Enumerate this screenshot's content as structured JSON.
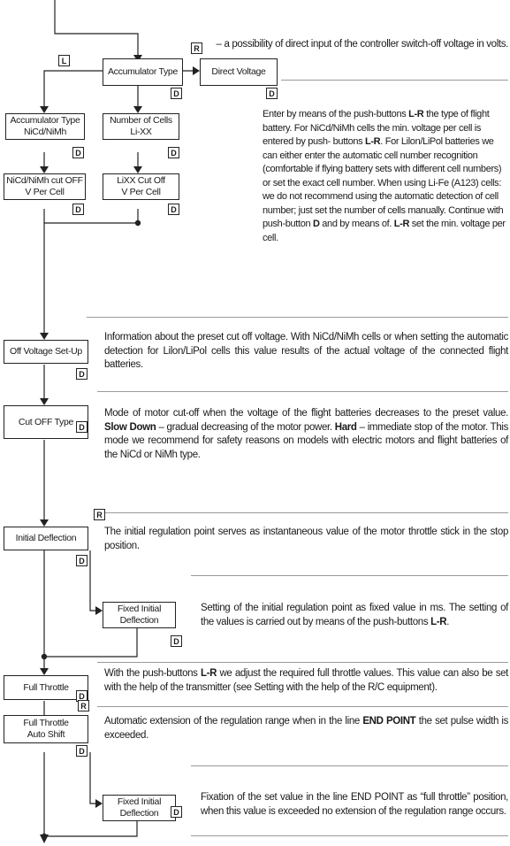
{
  "keys": {
    "left": "L",
    "right": "R",
    "down": "D"
  },
  "boxes": {
    "accumulator_type": "Accumulator Type",
    "direct_voltage": "Direct Voltage",
    "acc_type_nicd_l1": "Accumulator Type",
    "acc_type_nicd_l2": "NiCd/NiMh",
    "num_cells_l1": "Number of Cells",
    "num_cells_l2": "Li-XX",
    "nicd_cutoff_l1": "NiCd/NiMh cut OFF",
    "nicd_cutoff_l2": "V Per Cell",
    "lixx_cutoff_l1": "LiXX Cut Off",
    "lixx_cutoff_l2": "V Per Cell",
    "off_voltage_setup": "Off Voltage Set-Up",
    "cut_off_type": "Cut OFF Type",
    "initial_deflection": "Initial Deflection",
    "fixed_initial_1_l1": "Fixed Initial",
    "fixed_initial_1_l2": "Deflection",
    "full_throttle": "Full Throttle",
    "full_throttle_auto_l1": "Full Throttle",
    "full_throttle_auto_l2": "Auto Shift",
    "fixed_initial_2_l1": "Fixed Initial",
    "fixed_initial_2_l2": "Deflection"
  },
  "texts": {
    "direct_voltage_desc": "– a possibility of direct input of the controller switch-off voltage in volts.",
    "accumulator": {
      "p1": "Enter by means of the push-buttons ",
      "b1": "L-R",
      "p2": " the type of flight  battery. For NiCd/NiMh cells the min. voltage per cell is entered by push- buttons ",
      "b2": "L-R",
      "p3": ". For Lilon/LiPol batteries we can either enter the automatic cell number recognition (comfortable if flying battery sets with different cell numbers) or set the exact cell number. When using Li-Fe (A123) cells: we do not recommend using the automatic detection of cell number; just set the number of cells manually. Continue with push-button ",
      "b3": "D",
      "p4": " and by means of. ",
      "b4": "L-R",
      "p5": " set the min.  voltage per cell."
    },
    "off_voltage": "Information about the preset cut off voltage. With NiCd/NiMh cells or when setting the automatic detection for Lilon/LiPol cells this value results of the actual voltage of the connected flight batteries.",
    "cut_off": {
      "p1": "Mode of motor cut-off  when the voltage of the flight batteries decreases to the preset  value. ",
      "b1": "Slow Down",
      "p2": " –  gradual decreasing of the motor power. ",
      "b2": "Hard",
      "p3": " – immediate stop of  the motor. This mode we recommend for safety reasons on models with electric motors  and flight batteries of the NiCd or NiMh type."
    },
    "initial_deflection": "The initial regulation point serves as instantaneous value of the motor throttle stick in the stop position.",
    "fixed_initial_1": {
      "p1": "Setting of the initial regulation point as fixed value in ms. The setting  of the values is carried out by means of the push-buttons ",
      "b1": "L-R",
      "p2": "."
    },
    "full_throttle": {
      "p1": "With the push-buttons ",
      "b1": "L-R",
      "p2": " we adjust the required full throttle values. This value can also be set with the help of the transmitter (see Setting with the help of the R/C equipment)."
    },
    "auto_shift": {
      "p1": "Automatic extension of the regulation range when in the line ",
      "b1": "END POINT",
      "p2": "  the set pulse width is exceeded."
    },
    "fixed_initial_2": "Fixation of the set value in the line END POINT  as “full throttle” position, when this value is exceeded no extension of the regulation range occurs."
  }
}
